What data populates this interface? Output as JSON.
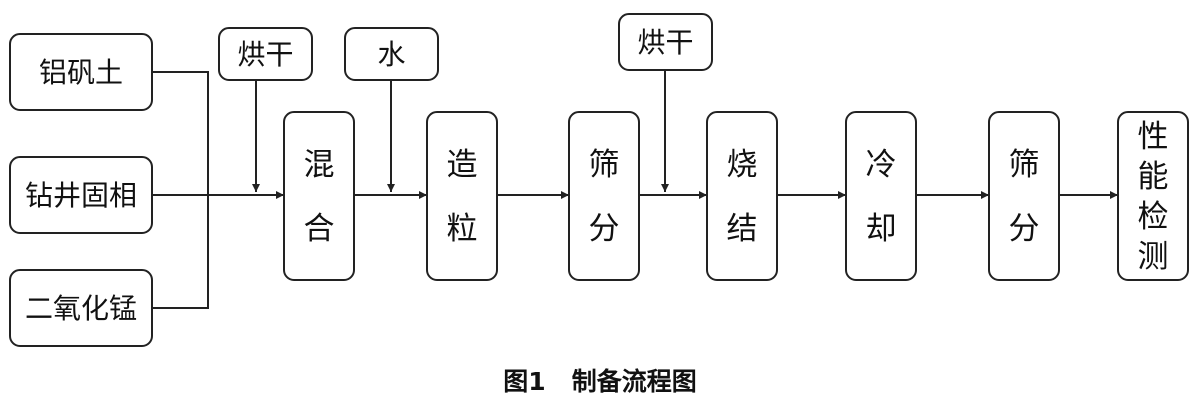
{
  "caption": {
    "figure_no": "图1",
    "title": "制备流程图"
  },
  "raw_materials": [
    {
      "id": "bauxite",
      "label": "铝矾土"
    },
    {
      "id": "drilling-solids",
      "label": "钻井固相"
    },
    {
      "id": "manganese-dioxide",
      "label": "二氧化锰"
    }
  ],
  "inputs": [
    {
      "id": "dry-1",
      "label": "烘干"
    },
    {
      "id": "water",
      "label": "水"
    },
    {
      "id": "dry-2",
      "label": "烘干"
    }
  ],
  "steps": [
    {
      "id": "mixing",
      "chars": [
        "混",
        "合"
      ]
    },
    {
      "id": "granulation",
      "chars": [
        "造",
        "粒"
      ]
    },
    {
      "id": "screening-1",
      "chars": [
        "筛",
        "分"
      ]
    },
    {
      "id": "sintering",
      "chars": [
        "烧",
        "结"
      ]
    },
    {
      "id": "cooling",
      "chars": [
        "冷",
        "却"
      ]
    },
    {
      "id": "screening-2",
      "chars": [
        "筛",
        "分"
      ]
    },
    {
      "id": "performance-test",
      "chars": [
        "性",
        "能",
        "检",
        "测"
      ]
    }
  ]
}
